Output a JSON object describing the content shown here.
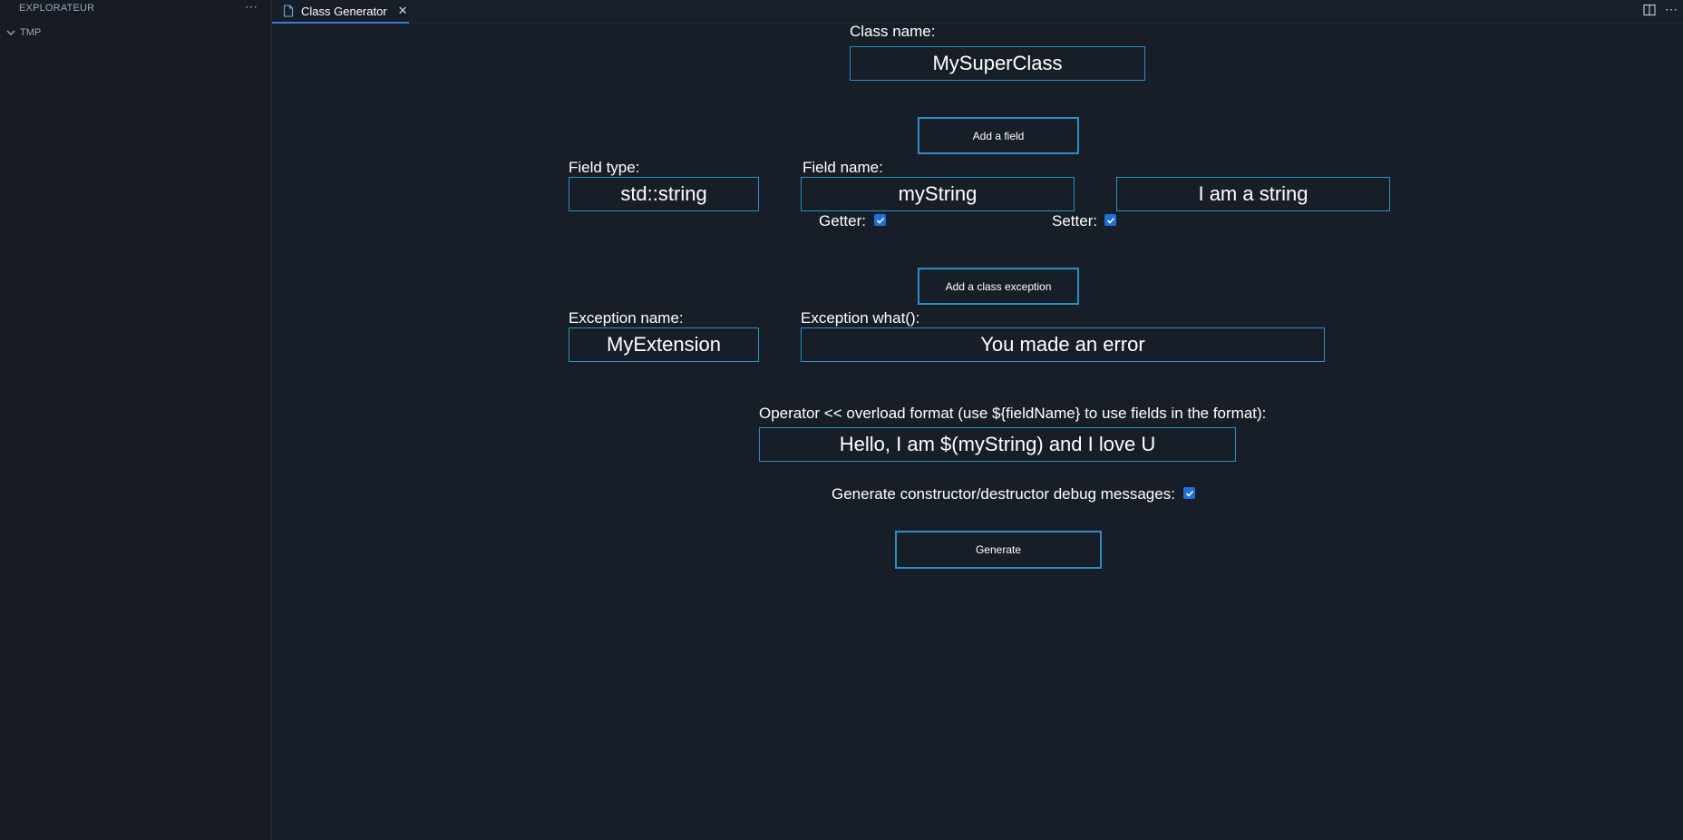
{
  "sidebar": {
    "header": "EXPLORATEUR",
    "more_icon": "ellipsis-icon",
    "tree": [
      {
        "label": "TMP",
        "icon": "chevron-down-icon",
        "expanded": true
      }
    ]
  },
  "tabs": [
    {
      "label": "Class Generator",
      "icon": "file-icon",
      "active": true
    }
  ],
  "tabbar_actions": [
    "split-editor-icon",
    "ellipsis-icon"
  ],
  "form": {
    "class_name_label": "Class name:",
    "class_name_value": "MySuperClass",
    "add_field_button": "Add a field",
    "field_type_label": "Field type:",
    "field_type_value": "std::string",
    "field_name_label": "Field name:",
    "field_name_value": "myString",
    "field_default_value": "I am a string",
    "getter_label": "Getter:",
    "getter_checked": true,
    "setter_label": "Setter:",
    "setter_checked": true,
    "add_exception_button": "Add a class exception",
    "exception_name_label": "Exception name:",
    "exception_name_value": "MyExtension",
    "exception_what_label": "Exception what():",
    "exception_what_value": "You made an error",
    "operator_label": "Operator << overload format (use ${fieldName} to use fields in the format):",
    "operator_value": "Hello, I am $(myString) and I love U",
    "debug_label": "Generate constructor/destructor debug messages:",
    "debug_checked": true,
    "generate_button": "Generate"
  },
  "colors": {
    "background": "#181e28",
    "accent_border": "#2a8fc9",
    "checkbox": "#1e6fd9"
  }
}
